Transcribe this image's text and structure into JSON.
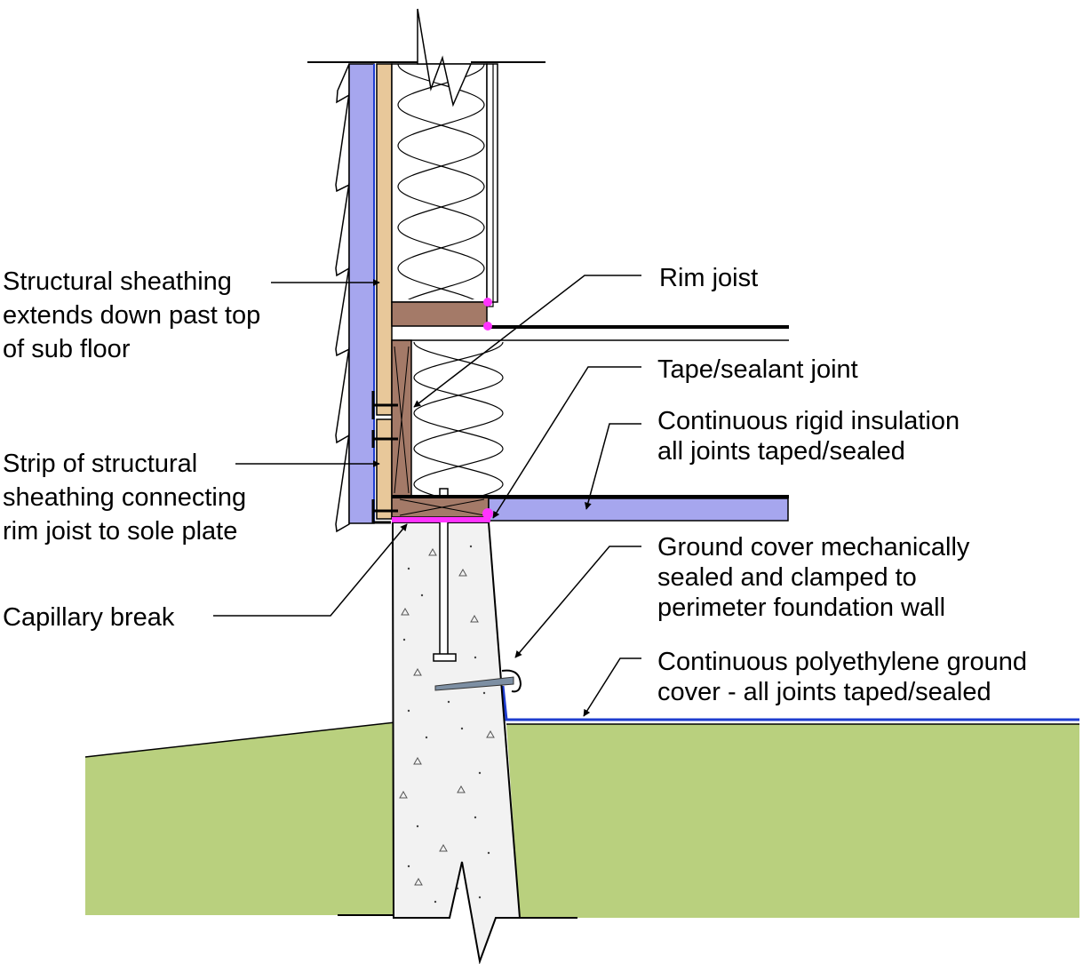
{
  "labels": {
    "structural_sheathing": [
      "Structural sheathing",
      "extends down past top",
      "of sub floor"
    ],
    "strip_sheathing": [
      "Strip of structural",
      "sheathing connecting",
      "rim joist to sole plate"
    ],
    "capillary_break": [
      "Capillary break"
    ],
    "rim_joist": [
      "Rim joist"
    ],
    "tape_sealant": [
      "Tape/sealant joint"
    ],
    "rigid_insulation": [
      "Continuous rigid insulation",
      "all joints taped/sealed"
    ],
    "ground_cover_clamp": [
      "Ground cover mechanically",
      "sealed and clamped to",
      "perimeter foundation wall"
    ],
    "poly_ground_cover": [
      "Continuous polyethylene ground",
      "cover - all joints taped/sealed"
    ]
  },
  "colors": {
    "rigid_insulation": "#a6a6ee",
    "wood_framing": "#a47a68",
    "sheathing": "#e8c89a",
    "capillary_break": "#ff33ff",
    "ground": "#b9d07e",
    "concrete": "#f2f2f2",
    "polyethylene": "#1e3ccf",
    "anchor_clamp": "#7d8fa3"
  }
}
